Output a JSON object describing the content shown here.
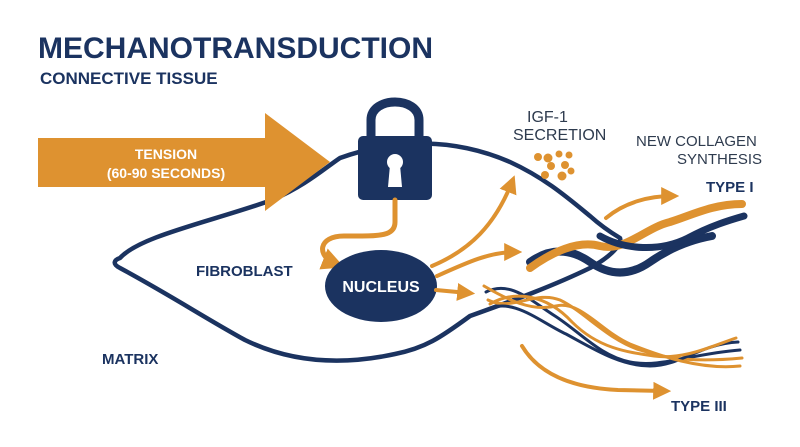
{
  "title": "MECHANOTRANSDUCTION",
  "subtitle": "CONNECTIVE TISSUE",
  "stimulus": {
    "line1": "TENSION",
    "line2": "(60-90 SECONDS)",
    "icon": "right-arrow-icon"
  },
  "lock_icon": "padlock-icon",
  "labels": {
    "fibroblast": "FIBROBLAST",
    "nucleus": "NUCLEUS",
    "matrix": "MATRIX",
    "igf_line1": "IGF-1",
    "igf_line2": "SECRETION",
    "collagen_line1": "NEW COLLAGEN",
    "collagen_line2": "SYNTHESIS",
    "type_i": "TYPE I",
    "type_iii": "TYPE III"
  },
  "colors": {
    "navy": "#1b3360",
    "orange": "#de9230",
    "text_gray": "#2e3b4e",
    "background": "#ffffff"
  }
}
